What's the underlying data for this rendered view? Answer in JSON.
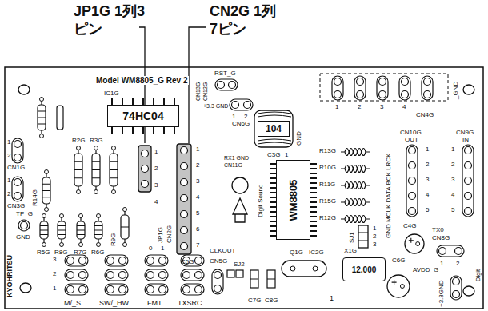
{
  "diagram": {
    "nodes": [
      {
        "text": [
          "74HC04"
        ]
      },
      {
        "text": [
          "104"
        ]
      },
      {
        "text": [
          "WM8805"
        ]
      },
      {
        "text": [
          "12.000"
        ]
      }
    ],
    "labels": [
      "JP1G 1列3ピン",
      "CN2G 1列7ピン",
      "Model WM8805_G Rev 2",
      "IC1G",
      "CN13G",
      "CN12G",
      "RST_G",
      "+3.3 GND",
      "_GND",
      "1",
      "2",
      "CN6G",
      "1",
      "2",
      "3",
      "4",
      "CN4G",
      "C3G",
      "GND",
      "CN10G",
      "OUT",
      "CN9G",
      "IN",
      "1",
      "2",
      "3",
      "4",
      "5",
      "1",
      "2",
      "3",
      "4",
      "5",
      "RX1 GND",
      "CN11G",
      "1",
      "Digit Sound",
      "R13G",
      "R10G",
      "R11G",
      "R15G",
      "R12G",
      "GND MCLK DATA BCK LRCK",
      "1",
      "2",
      "CN1G",
      "1",
      "2",
      "CN3G",
      "TP_G",
      "GND",
      "KYOHRITSU",
      "R14G",
      "R2G",
      "R3G",
      "1",
      "2",
      "3",
      "4",
      "JP1G",
      "CN2G",
      "1",
      "2",
      "3",
      "4",
      "5",
      "6",
      "7",
      "C5G",
      "R9G",
      "R5G",
      "R8G",
      "R7G",
      "R6G",
      "3",
      "2",
      "1",
      "0",
      "1",
      "M/_S",
      "SW/_HW",
      "FMT",
      "TXSRC",
      "CLKOUT",
      "CN5G",
      "SJ2",
      "C7G",
      "C8G",
      "Q1G",
      "IC2G",
      "1",
      "X1G",
      "SJ1",
      "1",
      "2",
      "3",
      "C4G",
      "TX0",
      "CN8G",
      "1",
      "2",
      "Digit",
      "C6G",
      "AVDD_G",
      "+3.3GND"
    ]
  }
}
